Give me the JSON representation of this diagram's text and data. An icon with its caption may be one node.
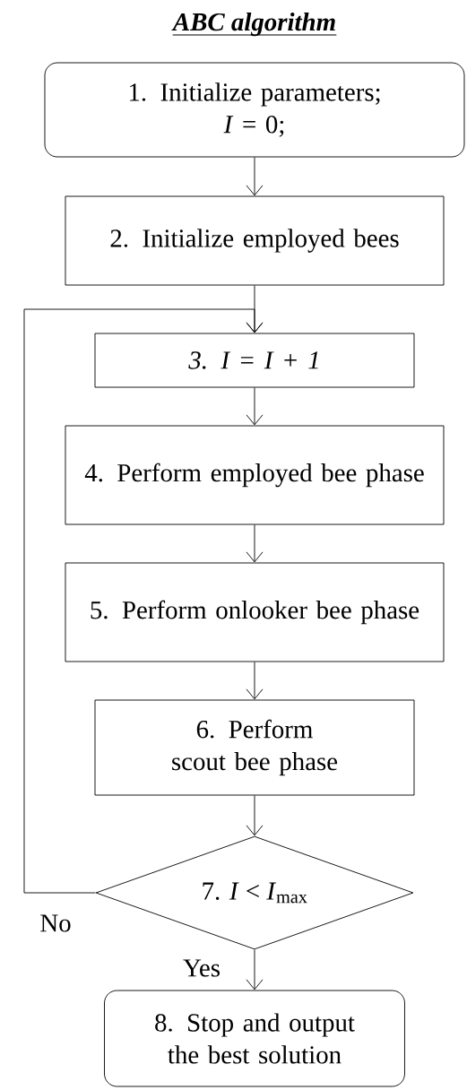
{
  "diagram": {
    "title": "ABC algorithm",
    "nodes": [
      {
        "text": [
          "1. Initialize parameters;",
          "*I* = 0;"
        ]
      },
      {
        "text": [
          "2. Initialize employed bees"
        ]
      },
      {
        "text": [
          "3. I = I + 1"
        ]
      },
      {
        "text": [
          "4. Perform employed bee phase"
        ]
      },
      {
        "text": [
          "5. Perform onlooker bee phase"
        ]
      },
      {
        "text": [
          "6. Perform scout bee phase"
        ]
      },
      {
        "text": [
          "7. *I* < *I*$_{max}$"
        ]
      },
      {
        "text": [
          "8. Stop and output the best solution"
        ]
      }
    ],
    "edges": [
      {
        "from": 0,
        "to": 1,
        "arrow": "to"
      },
      {
        "from": 1,
        "to": 2,
        "arrow": "to"
      },
      {
        "from": 2,
        "to": 3,
        "arrow": "to"
      },
      {
        "from": 3,
        "to": 4,
        "arrow": "to"
      },
      {
        "from": 4,
        "to": 5,
        "arrow": "to"
      },
      {
        "from": 5,
        "to": 6,
        "arrow": "to"
      },
      {
        "from": 6,
        "to": 7,
        "label": "Yes",
        "arrow": "to"
      },
      {
        "from": 6,
        "to": 2,
        "label": "No",
        "arrow": "to"
      }
    ]
  }
}
